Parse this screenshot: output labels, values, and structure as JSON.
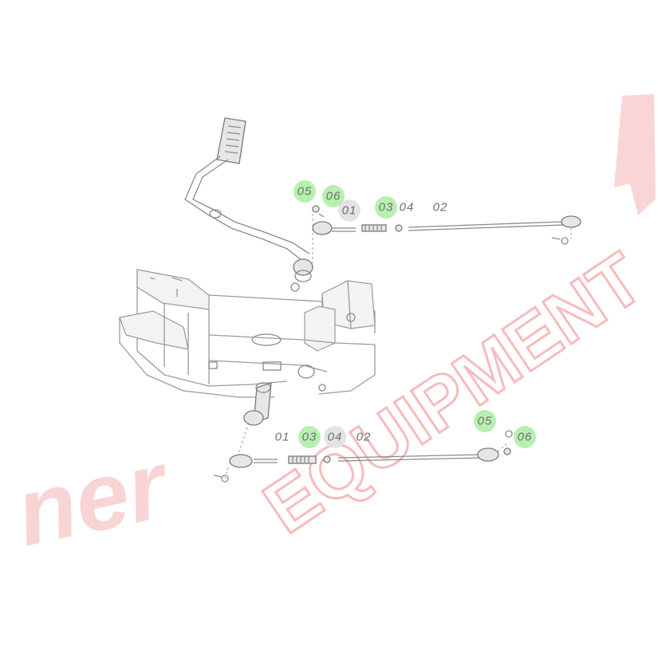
{
  "watermark": {
    "script_part": "ner",
    "block_part": "EQUIPMENT",
    "color": "#f4a6a6"
  },
  "colors": {
    "callout_green": "#b7f0b0",
    "callout_gray": "#e4e4e4",
    "line": "#8a8a8a"
  },
  "callouts_top": [
    {
      "label": "05",
      "highlight": "green"
    },
    {
      "label": "06",
      "highlight": "green"
    },
    {
      "label": "01",
      "highlight": "gray"
    },
    {
      "label": "03",
      "highlight": "green"
    },
    {
      "label": "04",
      "highlight": "none"
    },
    {
      "label": "02",
      "highlight": "none"
    }
  ],
  "callouts_bottom": [
    {
      "label": "01",
      "highlight": "none"
    },
    {
      "label": "03",
      "highlight": "green"
    },
    {
      "label": "04",
      "highlight": "gray"
    },
    {
      "label": "02",
      "highlight": "none"
    },
    {
      "label": "05",
      "highlight": "green"
    },
    {
      "label": "06",
      "highlight": "green"
    }
  ]
}
